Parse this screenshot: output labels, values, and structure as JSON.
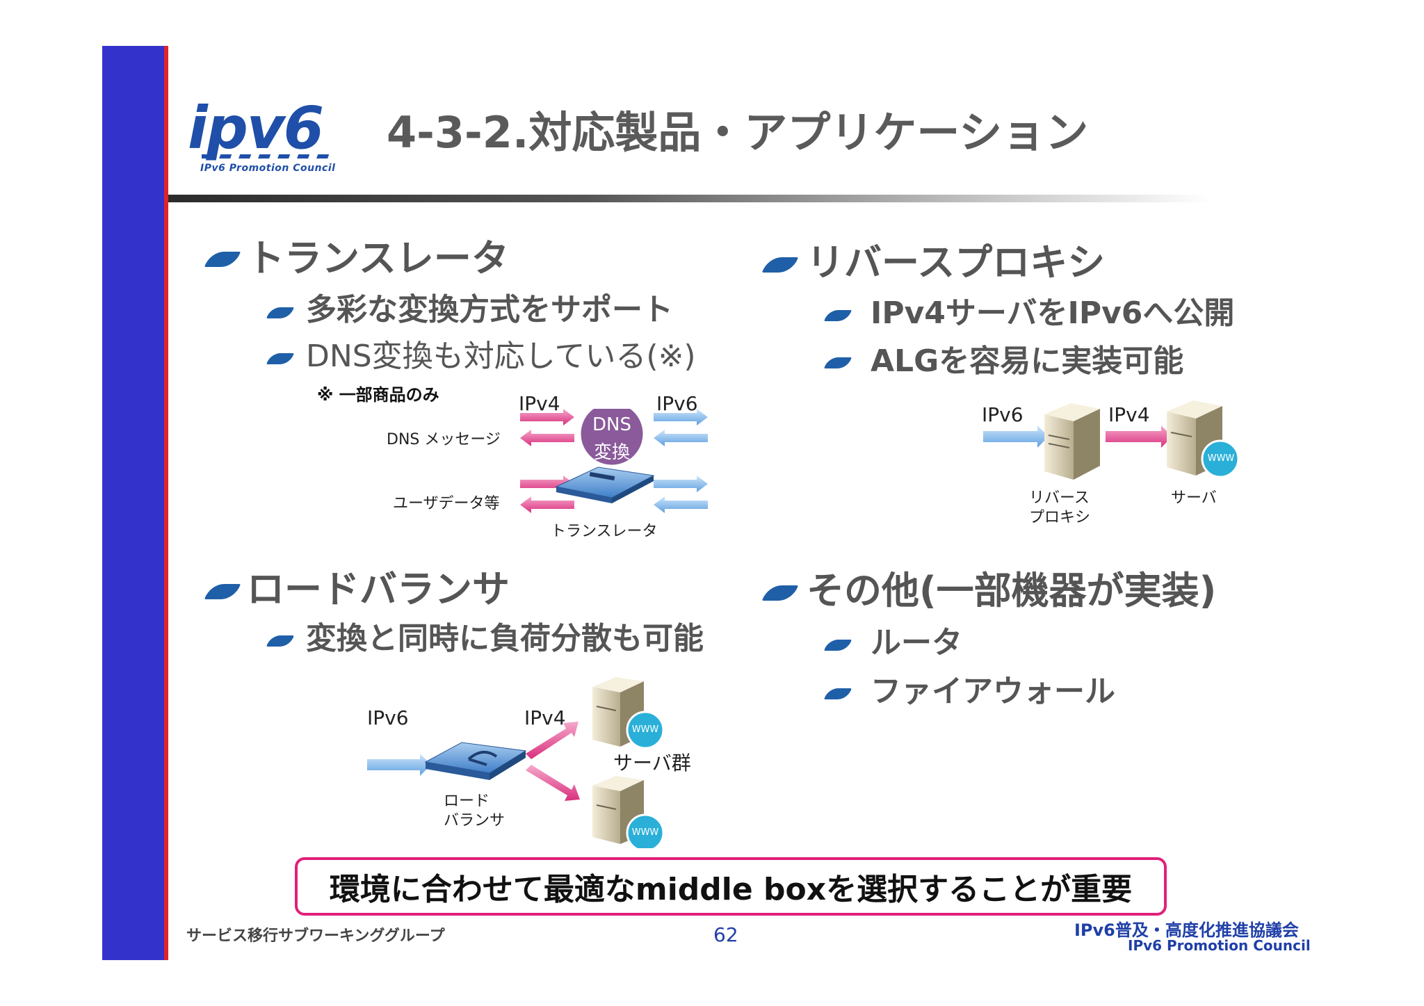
{
  "header": {
    "logo_text": "ipv6",
    "logo_subtitle": "IPv6 Promotion Council",
    "title": "4-3-2.対応製品・アプリケーション"
  },
  "translator": {
    "heading": "トランスレータ",
    "bullets": [
      "多彩な変換方式をサポート",
      "DNS変換も対応している(※)"
    ],
    "note": "※ 一部商品のみ",
    "diagram": {
      "ipv4": "IPv4",
      "ipv6": "IPv6",
      "dns_message": "DNS メッセージ",
      "user_data": "ユーザデータ等",
      "dns_conv_line1": "DNS",
      "dns_conv_line2": "変換",
      "device_label": "トランスレータ"
    }
  },
  "reverse_proxy": {
    "heading": "リバースプロキシ",
    "bullets": [
      "IPv4サーバをIPv6へ公開",
      "ALGを容易に実装可能"
    ],
    "diagram": {
      "ipv6": "IPv6",
      "ipv4": "IPv4",
      "proxy_label_line1": "リバース",
      "proxy_label_line2": "プロキシ",
      "server_label": "サーバ",
      "www": "WWW"
    }
  },
  "load_balancer": {
    "heading": "ロードバランサ",
    "bullets": [
      "変換と同時に負荷分散も可能"
    ],
    "diagram": {
      "ipv6": "IPv6",
      "ipv4": "IPv4",
      "lb_label_line1": "ロード",
      "lb_label_line2": "バランサ",
      "servers_label": "サーバ群",
      "www": "WWW"
    }
  },
  "others": {
    "heading": "その他(一部機器が実装)",
    "bullets": [
      "ルータ",
      "ファイアウォール"
    ]
  },
  "callout": "環境に合わせて最適なmiddle boxを選択することが重要",
  "footer": {
    "left": "サービス移行サブワーキンググループ",
    "page": "62",
    "right_line1": "IPv6普及・高度化推進協議会",
    "right_line2": "IPv6 Promotion Council"
  },
  "colors": {
    "sidebar": "#3333cc",
    "accent_red": "#e0222c",
    "bullet_blue": "#1f5fa8",
    "ipv6_arrow": "#5fa8e8",
    "ipv4_arrow": "#e05599",
    "callout_border": "#e0207a"
  }
}
